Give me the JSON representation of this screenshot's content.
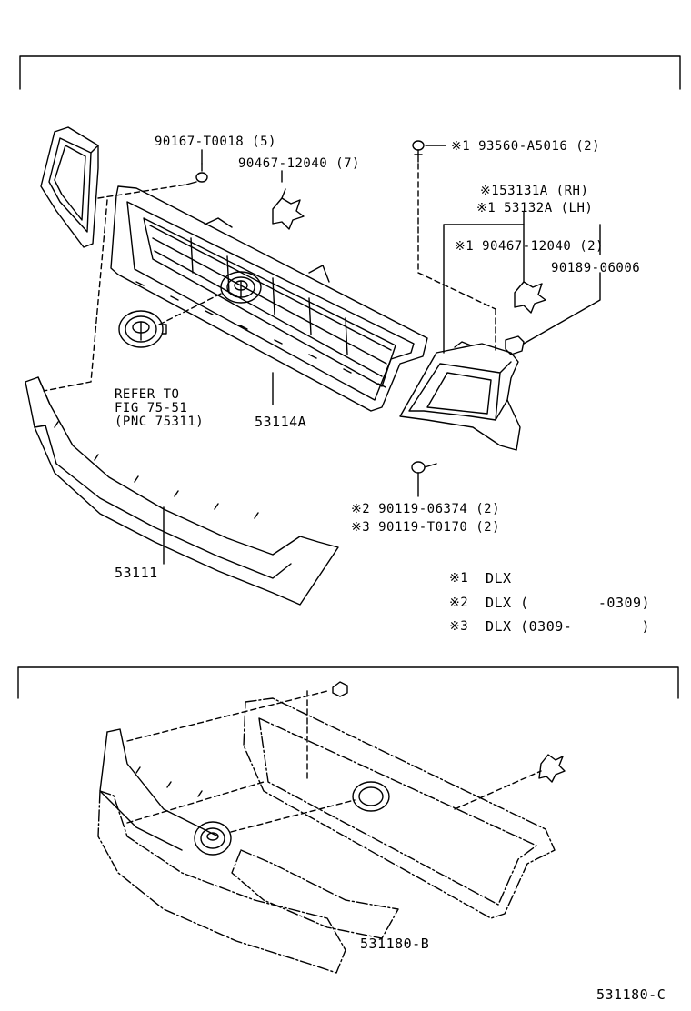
{
  "labels": {
    "p90167": "90167-T0018 (5)",
    "p90467a": "90467-12040 (7)",
    "p93560": "※1 93560-A5016 (2)",
    "p53131": "※153131A (RH)",
    "p53132": "※1 53132A (LH)",
    "p90467b": "※1 90467-12040 (2)",
    "p90189": "90189-06006",
    "refer1": "REFER TO",
    "refer2": "FIG 75-51",
    "refer3": "(PNC 75311)",
    "p53114A": "53114A",
    "p90119a": "※2 90119-06374 (2)",
    "p90119b": "※3 90119-T0170 (2)",
    "p53111": "53111",
    "p531180B": "531180-B",
    "figcode": "531180-C"
  },
  "notes": [
    {
      "mark": "※1",
      "text": "DLX"
    },
    {
      "mark": "※2",
      "text": "DLX (        -0309)"
    },
    {
      "mark": "※3",
      "text": "DLX (0309-        )"
    }
  ]
}
